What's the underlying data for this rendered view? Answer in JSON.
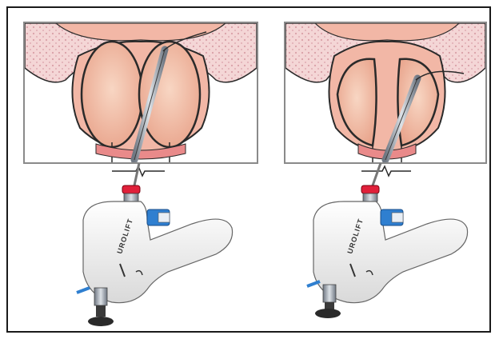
{
  "figure": {
    "panels": [
      {
        "id": "left",
        "device_label": "UROLIFT"
      },
      {
        "id": "right",
        "device_label": "UROLIFT"
      }
    ],
    "colors": {
      "tissue": "#f2b7a6",
      "tissue_dark": "#e39a86",
      "lobe": "#f6c9b4",
      "fat": "#f4d6d6",
      "fat_dot": "#d9a0a8",
      "outline": "#2a2a2a",
      "device_body": "#f3f3f3",
      "device_accent": "#2f7fd0",
      "red_cap": "#e0203a",
      "metal": "#9aa3ad"
    }
  }
}
